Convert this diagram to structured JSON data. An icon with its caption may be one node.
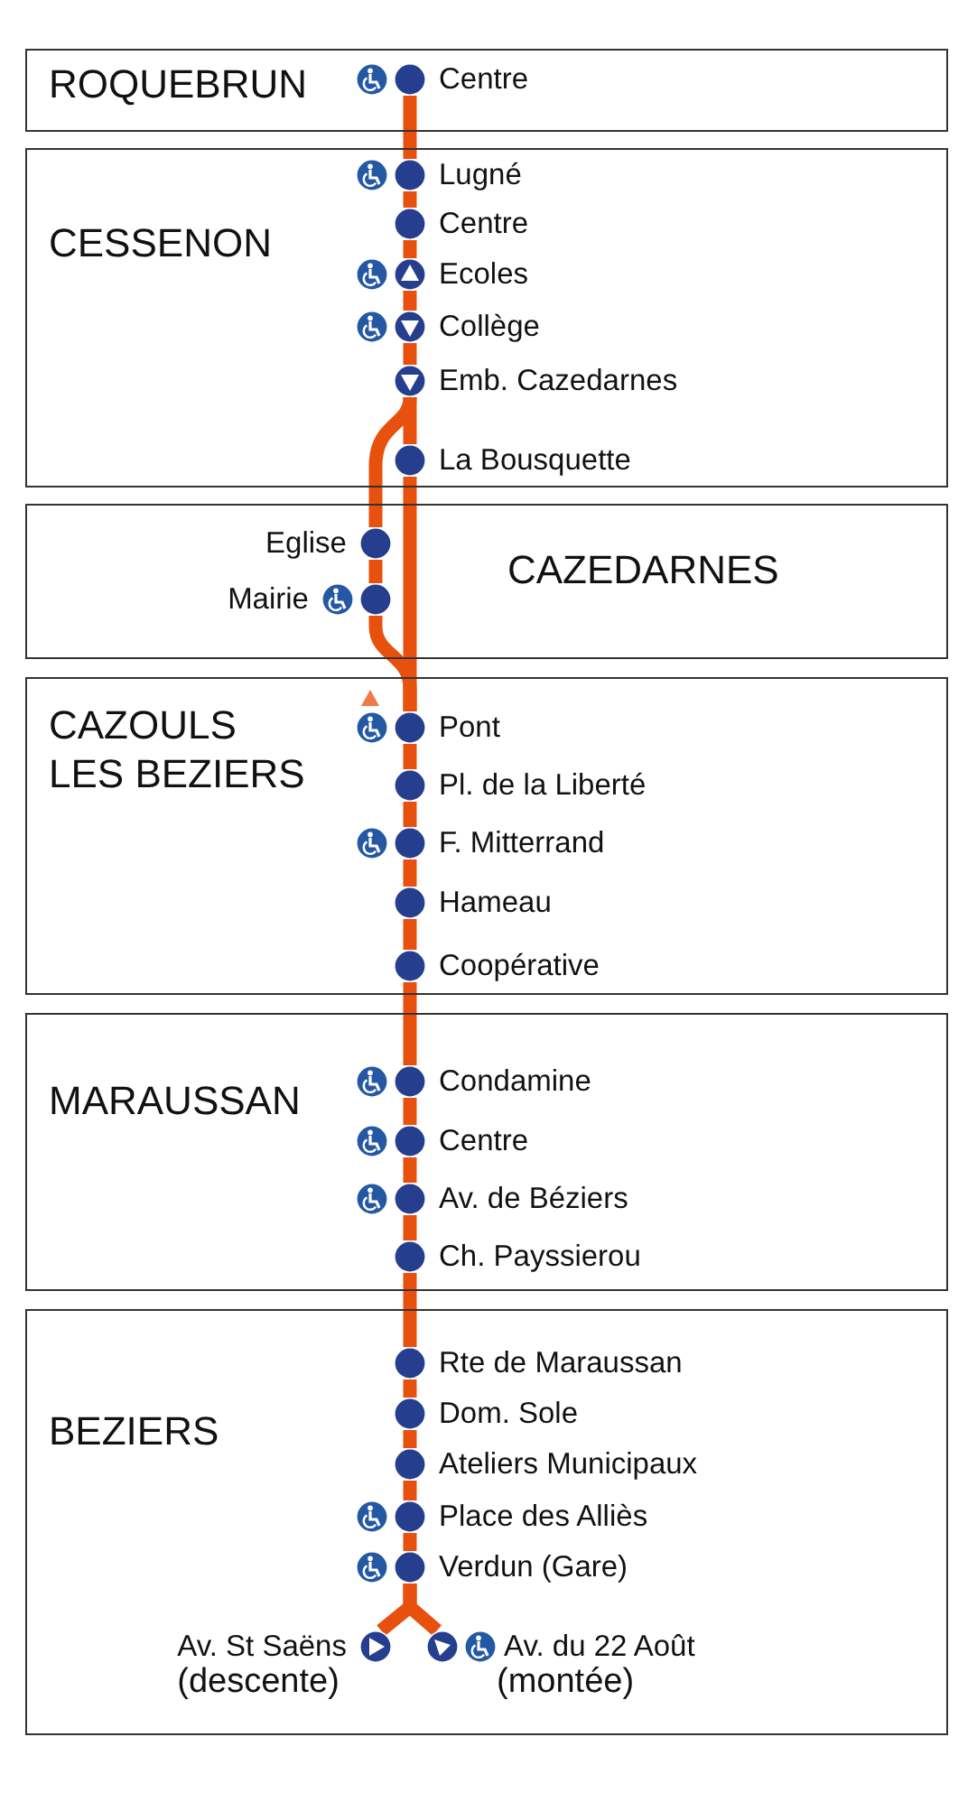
{
  "diagram": {
    "nodes": [
      {
        "text": [
          "ROQUEBRUN"
        ]
      },
      {
        "text": [
          "Centre"
        ],
        "in": 0
      },
      {
        "text": [
          "CESSENON"
        ]
      },
      {
        "text": [
          "Lugné"
        ],
        "in": 2
      },
      {
        "text": [
          "Centre"
        ],
        "in": 2
      },
      {
        "text": [
          "Ecoles"
        ],
        "in": 2
      },
      {
        "text": [
          "Collège"
        ],
        "in": 2
      },
      {
        "text": [
          "Emb. Cazedarnes"
        ],
        "in": 2
      },
      {
        "text": [
          "La Bousquette"
        ],
        "in": 2
      },
      {
        "text": [
          "CAZEDARNES"
        ]
      },
      {
        "text": [
          "Eglise"
        ],
        "in": 9
      },
      {
        "text": [
          "Mairie"
        ],
        "in": 9
      },
      {
        "text": [
          "CAZOULS LES BEZIERS"
        ]
      },
      {
        "text": [
          "Pont"
        ],
        "in": 12
      },
      {
        "text": [
          "Pl. de la Liberté"
        ],
        "in": 12
      },
      {
        "text": [
          "F. Mitterrand"
        ],
        "in": 12
      },
      {
        "text": [
          "Hameau"
        ],
        "in": 12
      },
      {
        "text": [
          "Coopérative"
        ],
        "in": 12
      },
      {
        "text": [
          "MARAUSSAN"
        ]
      },
      {
        "text": [
          "Condamine"
        ],
        "in": 18
      },
      {
        "text": [
          "Centre"
        ],
        "in": 18
      },
      {
        "text": [
          "Av. de Béziers"
        ],
        "in": 18
      },
      {
        "text": [
          "Ch. Payssierou"
        ],
        "in": 18
      },
      {
        "text": [
          "BEZIERS"
        ]
      },
      {
        "text": [
          "Rte de Maraussan"
        ],
        "in": 23
      },
      {
        "text": [
          "Dom. Sole"
        ],
        "in": 23
      },
      {
        "text": [
          "Ateliers Municipaux"
        ],
        "in": 23
      },
      {
        "text": [
          "Place des Alliès"
        ],
        "in": 23
      },
      {
        "text": [
          "Verdun (Gare)"
        ],
        "in": 23
      },
      {
        "text": [
          "Av. St Saëns",
          "(descente)"
        ],
        "in": 23
      },
      {
        "text": [
          "Av. du 22 Août",
          "(montée)"
        ],
        "in": 23
      }
    ],
    "edges": [
      {
        "from": 1,
        "to": 3,
        "arrow": "none"
      },
      {
        "from": 3,
        "to": 4,
        "arrow": "none"
      },
      {
        "from": 4,
        "to": 5,
        "arrow": "none"
      },
      {
        "from": 5,
        "to": 6,
        "arrow": "none"
      },
      {
        "from": 6,
        "to": 7,
        "arrow": "none"
      },
      {
        "from": 7,
        "to": 8,
        "arrow": "none"
      },
      {
        "from": 7,
        "to": 10,
        "arrow": "none"
      },
      {
        "from": 10,
        "to": 11,
        "arrow": "none"
      },
      {
        "from": 11,
        "to": 13,
        "arrow": "none"
      },
      {
        "from": 8,
        "to": 13,
        "arrow": "none"
      },
      {
        "from": 13,
        "to": 14,
        "arrow": "none"
      },
      {
        "from": 14,
        "to": 15,
        "arrow": "none"
      },
      {
        "from": 15,
        "to": 16,
        "arrow": "none"
      },
      {
        "from": 16,
        "to": 17,
        "arrow": "none"
      },
      {
        "from": 17,
        "to": 19,
        "arrow": "none"
      },
      {
        "from": 19,
        "to": 20,
        "arrow": "none"
      },
      {
        "from": 20,
        "to": 21,
        "arrow": "none"
      },
      {
        "from": 21,
        "to": 22,
        "arrow": "none"
      },
      {
        "from": 22,
        "to": 24,
        "arrow": "none"
      },
      {
        "from": 24,
        "to": 25,
        "arrow": "none"
      },
      {
        "from": 25,
        "to": 26,
        "arrow": "none"
      },
      {
        "from": 26,
        "to": 27,
        "arrow": "none"
      },
      {
        "from": 27,
        "to": 28,
        "arrow": "none"
      },
      {
        "from": 28,
        "to": 29,
        "arrow": "none"
      },
      {
        "from": 28,
        "to": 30,
        "arrow": "none"
      }
    ]
  }
}
